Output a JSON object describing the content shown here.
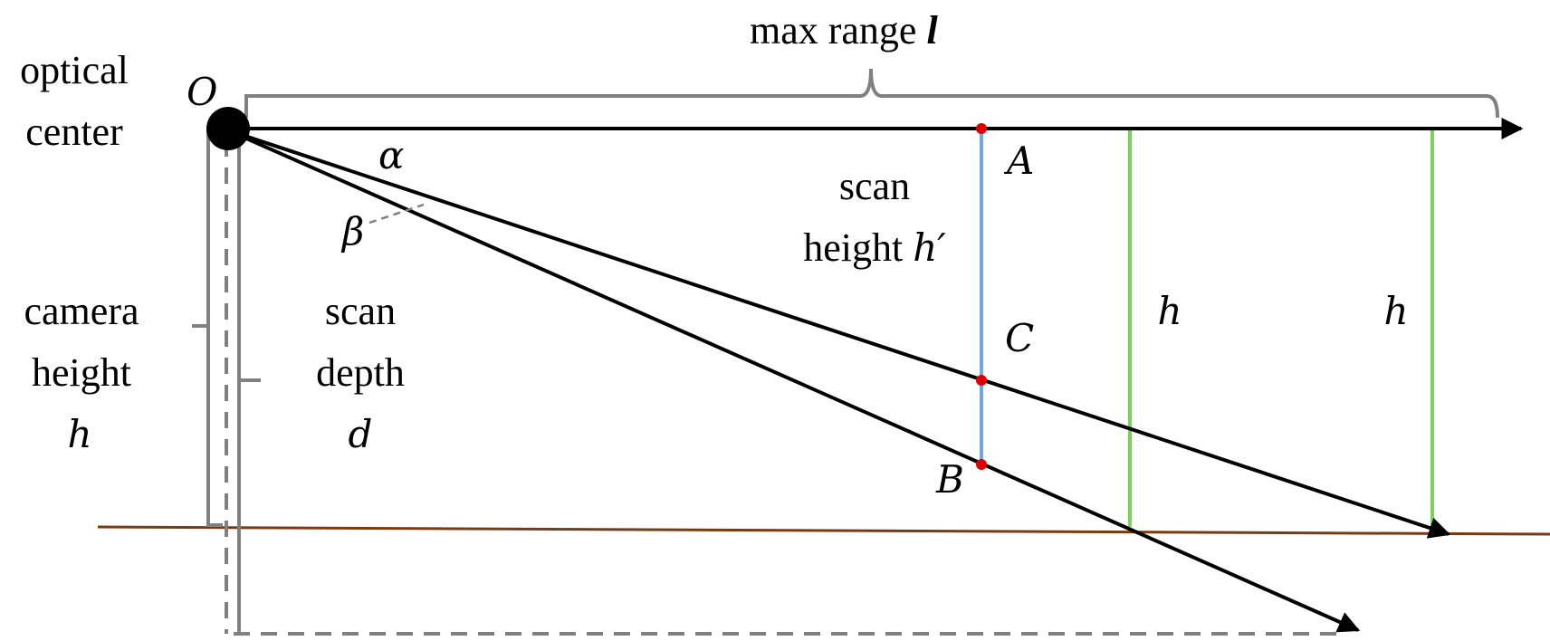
{
  "labels": {
    "max_range": "max range",
    "max_range_var": "l",
    "optical_line1": "optical",
    "optical_line2": "center",
    "origin": "O",
    "alpha": "α",
    "beta": "β",
    "point_a": "A",
    "point_b": "B",
    "point_c": "C",
    "scan_height_line1": "scan",
    "scan_height_line2": "height",
    "scan_height_var": "h′",
    "green_h1": "h",
    "green_h2": "h",
    "camera_line1": "camera",
    "camera_line2": "height",
    "camera_var": "h",
    "scan_depth_line1": "scan",
    "scan_depth_line2": "depth",
    "scan_depth_var": "d"
  },
  "colors": {
    "ray": "#000000",
    "ground": "#7a3b12",
    "scan_line": "#6fa8dc",
    "height_line": "#7dd35a",
    "bracket": "#808080",
    "point": "#e00000"
  }
}
